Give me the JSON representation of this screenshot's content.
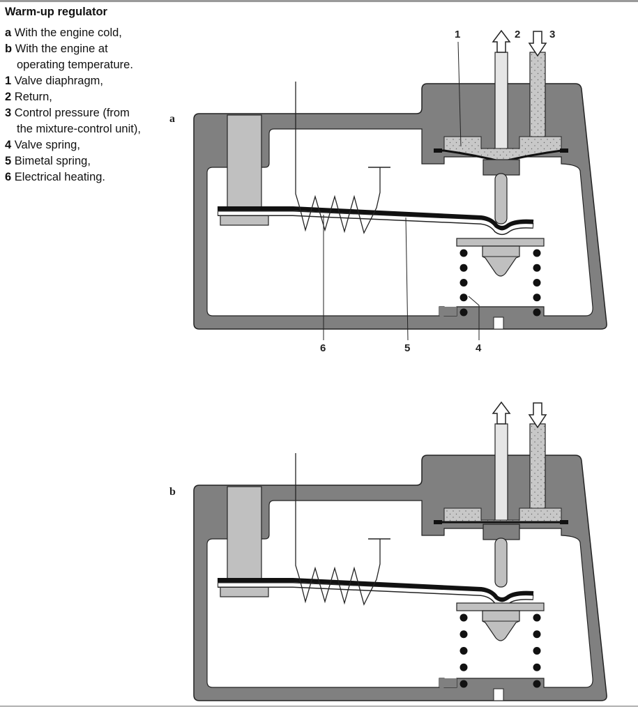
{
  "legend": {
    "title": "Warm-up regulator",
    "items": [
      {
        "key": "a",
        "text": "With the engine cold,"
      },
      {
        "key": "b",
        "text": "With the engine at operating temperature."
      },
      {
        "key": "1",
        "text": "Valve diaphragm,"
      },
      {
        "key": "2",
        "text": "Return,"
      },
      {
        "key": "3",
        "text": "Control pressure (from the mixture-control unit),"
      },
      {
        "key": "4",
        "text": "Valve spring,"
      },
      {
        "key": "5",
        "text": "Bimetal spring,"
      },
      {
        "key": "6",
        "text": "Electrical heating."
      }
    ]
  },
  "diagram_a": {
    "label": "a",
    "callouts": [
      "1",
      "2",
      "3",
      "6",
      "5",
      "4"
    ]
  },
  "diagram_b": {
    "label": "b"
  },
  "colors": {
    "housing": "#808080",
    "light_part": "#c0c0c0",
    "return_pipe": "#e6e6e6",
    "fuel": "#c8c8c8"
  }
}
